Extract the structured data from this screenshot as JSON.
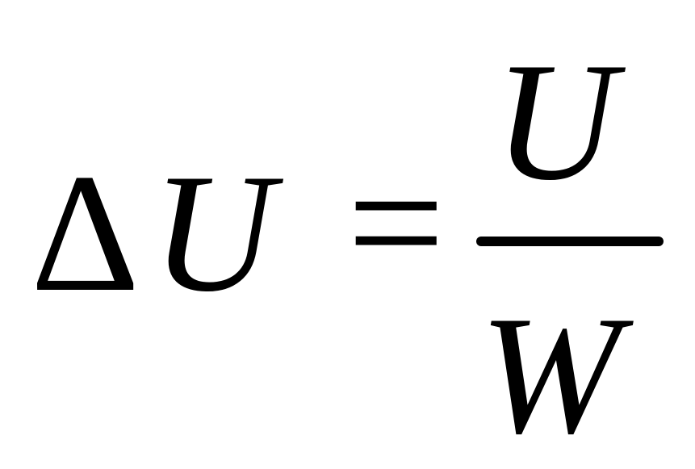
{
  "equation": {
    "delta": "Δ",
    "lhs_variable": "U",
    "equals": "=",
    "numerator": "U",
    "denominator": "W"
  }
}
